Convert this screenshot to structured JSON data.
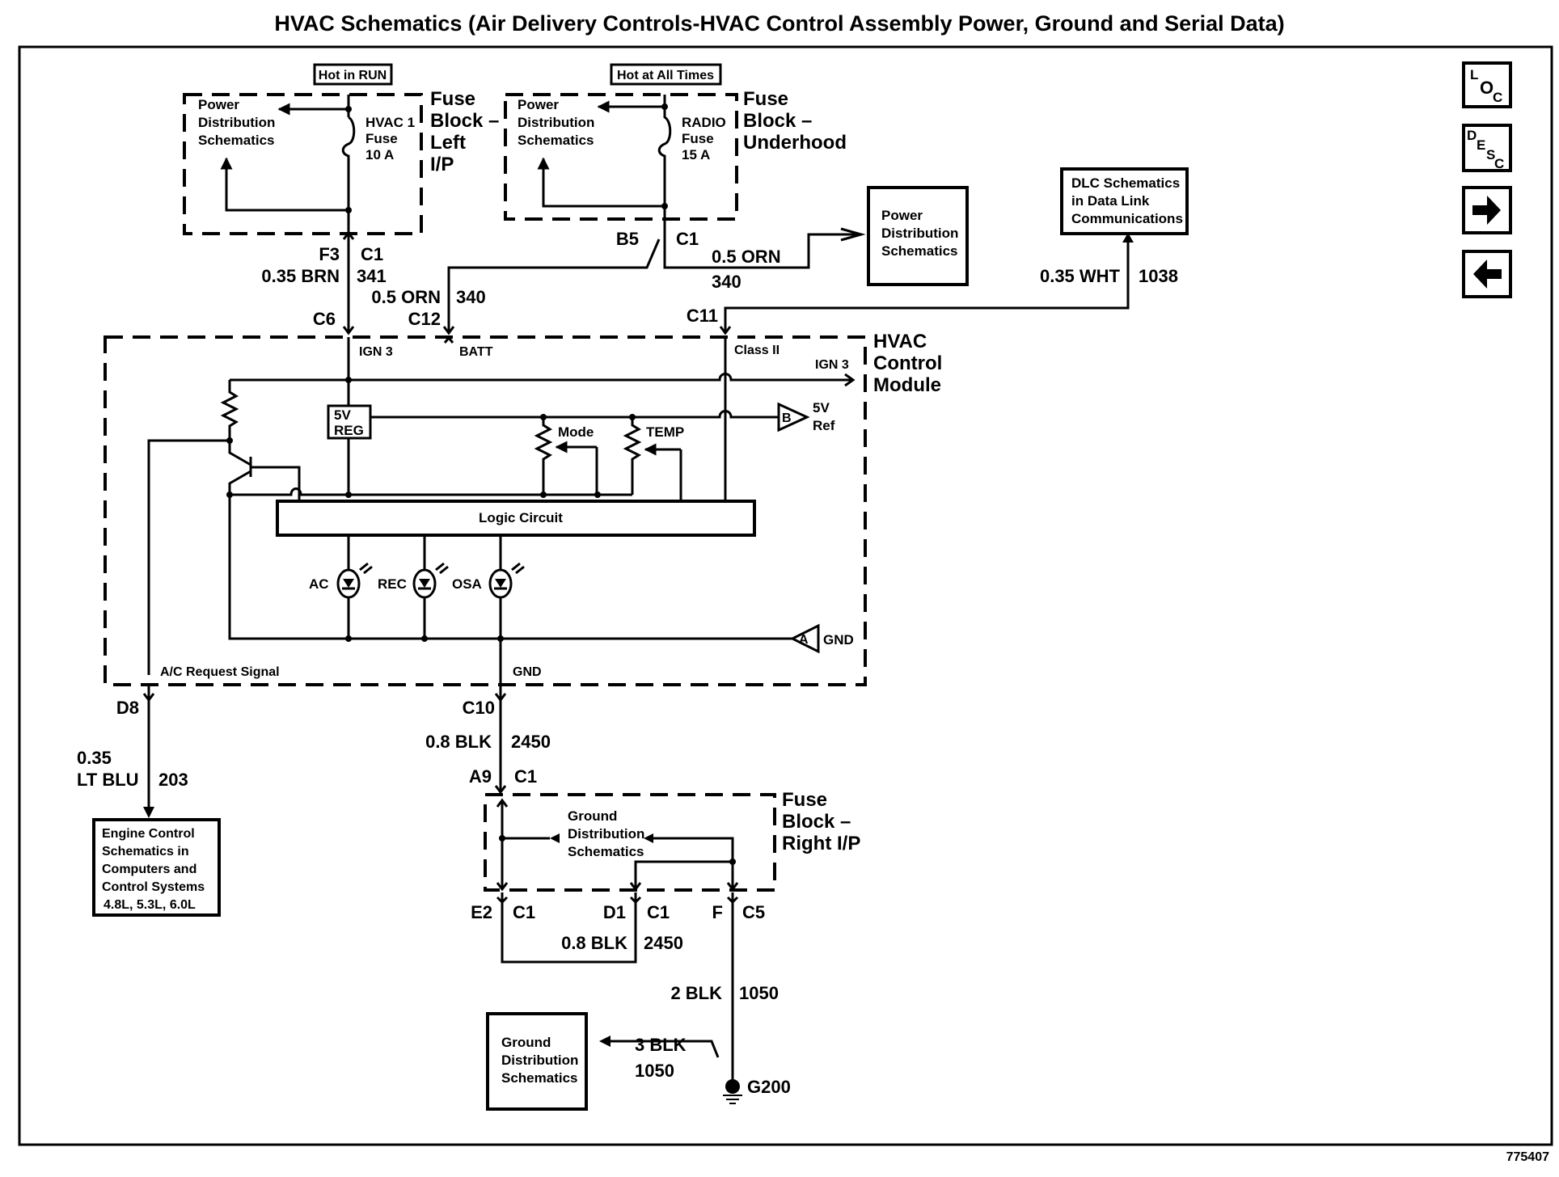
{
  "title": "HVAC Schematics (Air Delivery Controls-HVAC Control Assembly Power, Ground and Serial Data)",
  "figure_number": "775407",
  "nav_buttons": [
    {
      "name": "location",
      "top": "L",
      "mid": "O",
      "bot": "C",
      "icon": "loc-icon"
    },
    {
      "name": "description",
      "top": "D",
      "mid": "E",
      "mid2": "S",
      "bot": "C",
      "icon": "desc-icon"
    },
    {
      "name": "next",
      "icon": "arrow-right-icon"
    },
    {
      "name": "previous",
      "icon": "arrow-left-icon"
    }
  ],
  "fuse_block_left": {
    "status_label": "Hot in RUN",
    "name_lines": [
      "Fuse",
      "Block –",
      "Left",
      "I/P"
    ],
    "ref_lines": [
      "Power",
      "Distribution",
      "Schematics"
    ],
    "fuse_lines": [
      "HVAC 1",
      "Fuse",
      "10 A"
    ]
  },
  "fuse_block_underhood": {
    "status_label": "Hot at All Times",
    "name_lines": [
      "Fuse",
      "Block –",
      "Underhood"
    ],
    "ref_lines": [
      "Power",
      "Distribution",
      "Schematics"
    ],
    "fuse_lines": [
      "RADIO",
      "Fuse",
      "15 A"
    ]
  },
  "power_dist_box": {
    "lines": [
      "Power",
      "Distribution",
      "Schematics"
    ]
  },
  "dlc_box": {
    "lines": [
      "DLC Schematics",
      "in Data Link",
      "Communications"
    ]
  },
  "circuits": {
    "ign": {
      "pin_top": "F3",
      "conn_top": "C1",
      "wire": "0.35 BRN",
      "circuit": "341",
      "pin_mod": "C6",
      "mod_label": "IGN 3"
    },
    "batt": {
      "pin_top": "B5",
      "conn_top": "C1",
      "wire": "0.5 ORN",
      "circuit": "340",
      "wire2": "0.5 ORN",
      "circuit2": "340",
      "pin_mod": "C12",
      "mod_label": "BATT"
    },
    "data": {
      "wire": "0.35 WHT",
      "circuit": "1038",
      "pin_mod": "C11",
      "mod_label": "Class II"
    },
    "ac_req": {
      "pin": "D8",
      "wire_lines": [
        "0.35",
        "LT BLU"
      ],
      "circuit": "203",
      "mod_label": "A/C Request Signal"
    },
    "gnd": {
      "pin_mod": "C10",
      "mod_label": "GND",
      "wire": "0.8 BLK",
      "circuit": "2450",
      "pin_fb": "A9",
      "conn_fb": "C1"
    }
  },
  "module": {
    "name_lines": [
      "HVAC",
      "Control",
      "Module"
    ],
    "ign_out_label": "IGN 3",
    "reg_lines": [
      "5V",
      "REG"
    ],
    "mode_label": "Mode",
    "temp_label": "TEMP",
    "ref_b": {
      "letter": "B",
      "lines": [
        "5V",
        "Ref"
      ]
    },
    "ref_a": {
      "letter": "A",
      "label": "GND"
    },
    "logic_label": "Logic Circuit",
    "leds": [
      "AC",
      "REC",
      "OSA"
    ]
  },
  "engine_box": {
    "lines": [
      "Engine Control",
      "Schematics in",
      "Computers and",
      "Control Systems",
      "4.8L, 5.3L, 6.0L"
    ]
  },
  "fuse_block_right": {
    "name_lines": [
      "Fuse",
      "Block –",
      "Right I/P"
    ],
    "ref_lines": [
      "Ground",
      "Distribution",
      "Schematics"
    ],
    "pins": [
      {
        "pin": "E2",
        "conn": "C1"
      },
      {
        "pin": "D1",
        "conn": "C1"
      },
      {
        "pin": "F",
        "conn": "C5"
      }
    ],
    "jumper_wire": "0.8 BLK",
    "jumper_circuit": "2450"
  },
  "ground": {
    "wire": "2 BLK",
    "circuit": "1050",
    "wire2": "3 BLK",
    "circuit2": "1050",
    "ref_lines": [
      "Ground",
      "Distribution",
      "Schematics"
    ],
    "name": "G200"
  }
}
